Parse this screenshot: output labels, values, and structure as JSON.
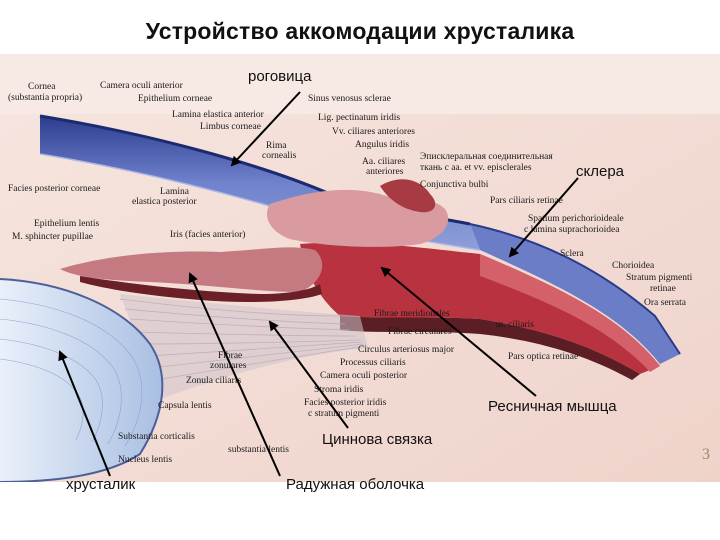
{
  "title": "Устройство аккомодации хрусталика",
  "overlay_labels": {
    "cornea": "роговица",
    "sclera": "склера",
    "ciliary_muscle": "Ресничная мышца",
    "zinn_ligament": "Циннова связка",
    "lens": "хрусталик",
    "iris": "Радужная оболочка"
  },
  "latin_labels": {
    "cornea_l1": "Cornea",
    "cornea_l2": "(substantia propria)",
    "camera_anterior": "Camera oculi anterior",
    "epithelium_corneae": "Epithelium corneae",
    "lamina_elastica_ant": "Lamina elastica anterior",
    "limbus_corneae": "Limbus corneae",
    "sinus_venosus": "Sinus venosus sclerae",
    "lig_pectinatum": "Lig. pectinatum iridis",
    "vv_ciliares": "Vv. ciliares anteriores",
    "angulus_iridis": "Angulus iridis",
    "rima_l1": "Rima",
    "rima_l2": "cornealis",
    "aa_ciliares_l1": "Aa. ciliares",
    "aa_ciliares_l2": "anteriores",
    "episcleral_l1": "Эписклеральная соединительная",
    "episcleral_l2": "ткань с  aa. et vv. episclerales",
    "conjunctiva": "Conjunctiva bulbi",
    "pars_ciliaris_retinae": "Pars ciliaris retinae",
    "facies_post_corneae": "Facies posterior corneae",
    "lamina_post_l1": "Lamina",
    "lamina_post_l2": "elastica posterior",
    "epithelium_lentis": "Epithelium lentis",
    "sphincter": "M. sphincter pupillae",
    "iris_facies": "Iris (facies anterior)",
    "spatium_l1": "Spatium perichorioideale",
    "spatium_l2": "c lamina suprachorioidea",
    "sclera_lat": "Sclera",
    "chorioidea": "Chorioidea",
    "stratum_l1": "Stratum pigmenti",
    "stratum_l2": "retinae",
    "ora_serrata": "Ora serrata",
    "fibrae_meridionales": "Fibrae meridionales",
    "fibrae_circulares": "Fibrae circulares",
    "m_ciliaris": "m. ciliaris",
    "circulus": "Circulus arteriosus major",
    "processus": "Processus ciliaris",
    "fibrae_zonulares_l1": "Fibrae",
    "fibrae_zonulares_l2": "zonulares",
    "zonula": "Zonula ciliaris",
    "camera_posterior": "Camera oculi posterior",
    "stroma": "Stroma iridis",
    "facies_post_iridis_l1": "Facies posterior iridis",
    "facies_post_iridis_l2": "c stratum pigmenti",
    "pars_optica": "Pars optica retinae",
    "capsula": "Capsula lentis",
    "substantia_corticalis": "Substantia corticalis",
    "nucleus": "Nucleus lentis",
    "substantia_lentis": "substantia lentis"
  },
  "page_number": "3",
  "colors": {
    "cornea_blue": "#5a6fbf",
    "sclera_blue": "#6c7dc8",
    "choroid_red": "#c0404f",
    "muscle_red": "#b8333f",
    "pigment_dark": "#5a1e24",
    "lens_blue": "#bfd0ea",
    "background_pink": "#f3ddd6"
  }
}
